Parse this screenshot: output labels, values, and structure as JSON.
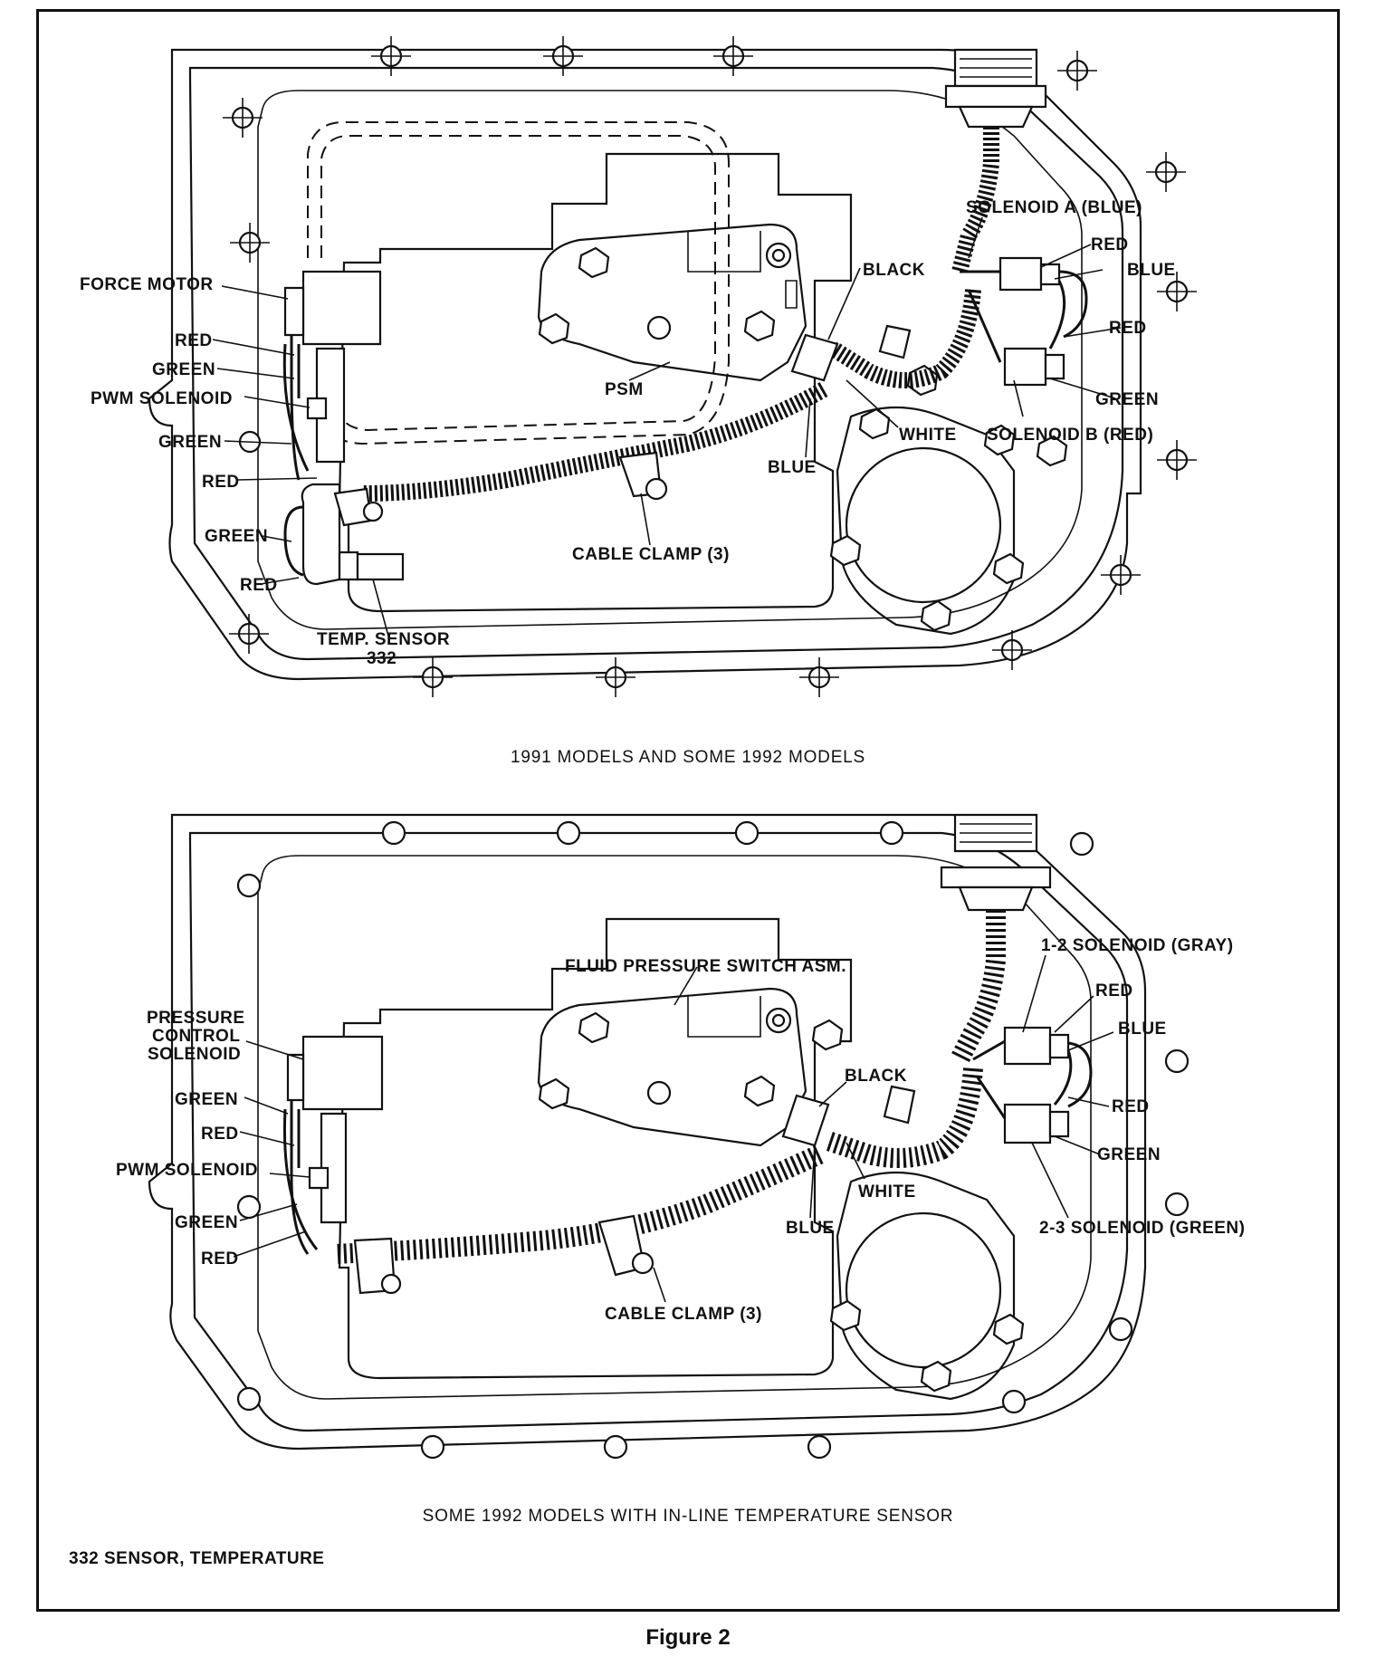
{
  "top_diagram": {
    "caption": "1991 MODELS AND SOME 1992 MODELS",
    "labels": {
      "force_motor": "FORCE MOTOR",
      "red_1": "RED",
      "green_1": "GREEN",
      "pwm_solenoid": "PWM SOLENOID",
      "green_2": "GREEN",
      "red_2": "RED",
      "green_3": "GREEN",
      "red_3": "RED",
      "temp_sensor": "TEMP. SENSOR",
      "temp_sensor_num": "332",
      "psm": "PSM",
      "cable_clamp": "CABLE CLAMP (3)",
      "blue_1": "BLUE",
      "white": "WHITE",
      "black": "BLACK",
      "solenoid_a": "SOLENOID A (BLUE)",
      "red_a": "RED",
      "blue_a": "BLUE",
      "red_b": "RED",
      "green_b": "GREEN",
      "solenoid_b": "SOLENOID B (RED)"
    }
  },
  "bottom_diagram": {
    "caption": "SOME 1992 MODELS WITH IN-LINE TEMPERATURE SENSOR",
    "labels": {
      "pressure_1": "PRESSURE",
      "pressure_2": "CONTROL",
      "pressure_3": "SOLENOID",
      "green_1": "GREEN",
      "red_1": "RED",
      "pwm_solenoid": "PWM SOLENOID",
      "green_2": "GREEN",
      "red_2": "RED",
      "fluid_pressure": "FLUID PRESSURE SWITCH ASM.",
      "cable_clamp": "CABLE CLAMP (3)",
      "blue_1": "BLUE",
      "white": "WHITE",
      "black": "BLACK",
      "solenoid_12": "1-2 SOLENOID (GRAY)",
      "red_a": "RED",
      "blue_a": "BLUE",
      "red_b": "RED",
      "green_b": "GREEN",
      "solenoid_23": "2-3 SOLENOID (GREEN)"
    }
  },
  "legend": "332  SENSOR, TEMPERATURE",
  "figure_caption": "Figure 2"
}
